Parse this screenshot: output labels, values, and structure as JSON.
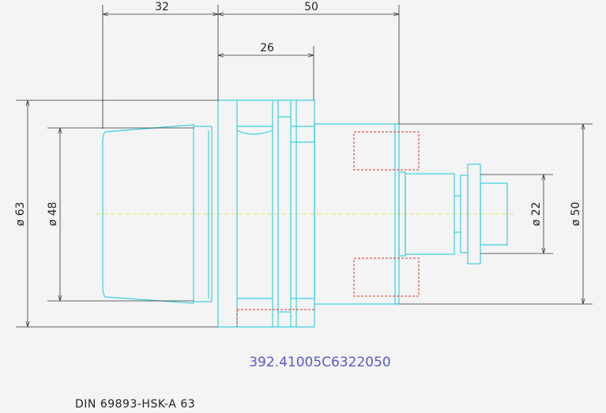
{
  "dimensions": {
    "top_left_length": "32",
    "top_right_length": "50",
    "inner_length": "26",
    "dia_outer_flange": "ø 63",
    "dia_taper": "ø 48",
    "dia_shank": "ø 22",
    "dia_body": "ø 50"
  },
  "part_number": "392.41005C6322050",
  "standard": "DIN 69893-HSK-A 63",
  "colors": {
    "outline": "#3ad0e0",
    "hidden": "#e03030",
    "centerline": "#e8e060",
    "dimension": "#333333",
    "part_number": "#5a5ac8"
  }
}
